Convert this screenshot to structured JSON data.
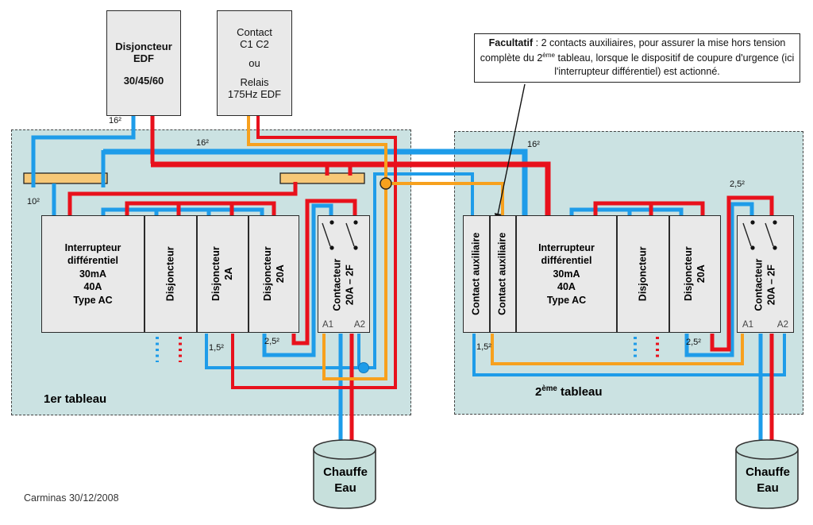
{
  "source_boxes": {
    "edf": {
      "l1": "Disjoncteur",
      "l2": "EDF",
      "l3": "30/45/60"
    },
    "relay": {
      "l1": "Contact",
      "l2": "C1 C2",
      "l3": "ou",
      "l4": "Relais",
      "l5": "175Hz EDF"
    }
  },
  "note": {
    "bold": "Facultatif",
    "body1": " : 2 contacts auxiliaires, pour assurer la mise hors tension complète du 2",
    "sup": "ème",
    "body2": " tableau, lorsque le dispositif de coupure d'urgence (ici l'interrupteur différentiel) est actionné."
  },
  "panel1": {
    "label": "1er tableau",
    "main_breaker": {
      "lines": [
        "Interrupteur",
        "différentiel",
        "30mA",
        "40A",
        "Type AC"
      ]
    },
    "breakers": [
      {
        "lines": [
          "Disjoncteur",
          ""
        ]
      },
      {
        "lines": [
          "Disjoncteur",
          "2A"
        ]
      },
      {
        "lines": [
          "Disjoncteur",
          "20A"
        ]
      }
    ],
    "contactor": {
      "line1": "Contacteur",
      "line2": "20A – 2F",
      "a1": "A1",
      "a2": "A2"
    }
  },
  "panel2": {
    "label_prefix": "2",
    "label_sup": "ème",
    "label_rest": " tableau",
    "aux_contacts": [
      "Contact auxiliaire",
      "Contact auxiliaire"
    ],
    "main_breaker": {
      "lines": [
        "Interrupteur",
        "différentiel",
        "30mA",
        "40A",
        "Type AC"
      ]
    },
    "breakers": [
      {
        "lines": [
          "Disjoncteur",
          ""
        ]
      },
      {
        "lines": [
          "Disjoncteur",
          "20A"
        ]
      }
    ],
    "contactor": {
      "line1": "Contacteur",
      "line2": "20A – 2F",
      "a1": "A1",
      "a2": "A2"
    }
  },
  "wire_labels": {
    "s16_edf": "16²",
    "s16_bus": "16²",
    "s16_p2": "16²",
    "s10": "10²",
    "s15_p1": "1,5²",
    "s25_p1": "2,5²",
    "s15_p2": "1,5²",
    "s25_p2_top": "2,5²",
    "s25_p2_bottom": "2,5²"
  },
  "water_heater": {
    "line1": "Chauffe",
    "line2": "Eau"
  },
  "credit": "Carminas 30/12/2008",
  "colors": {
    "wire_blue": "#1e9ce9",
    "wire_red": "#e8111c",
    "wire_orange": "#f7a11e",
    "panel_bg": "#cbe2e2",
    "busbar": "#f7c877",
    "box_bg": "#e9e9e9",
    "heater_bg": "#c7e0dc"
  }
}
